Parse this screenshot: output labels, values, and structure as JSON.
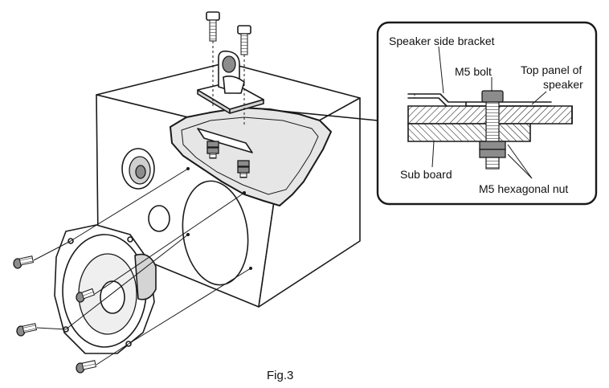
{
  "figure": {
    "caption": "Fig.3"
  },
  "callout": {
    "labels": {
      "speaker_side_bracket": "Speaker side bracket",
      "m5_bolt": "M5 bolt",
      "top_panel_line1": "Top panel of",
      "top_panel_line2": "speaker",
      "sub_board": "Sub board",
      "m5_hex_nut": "M5 hexagonal nut"
    }
  }
}
